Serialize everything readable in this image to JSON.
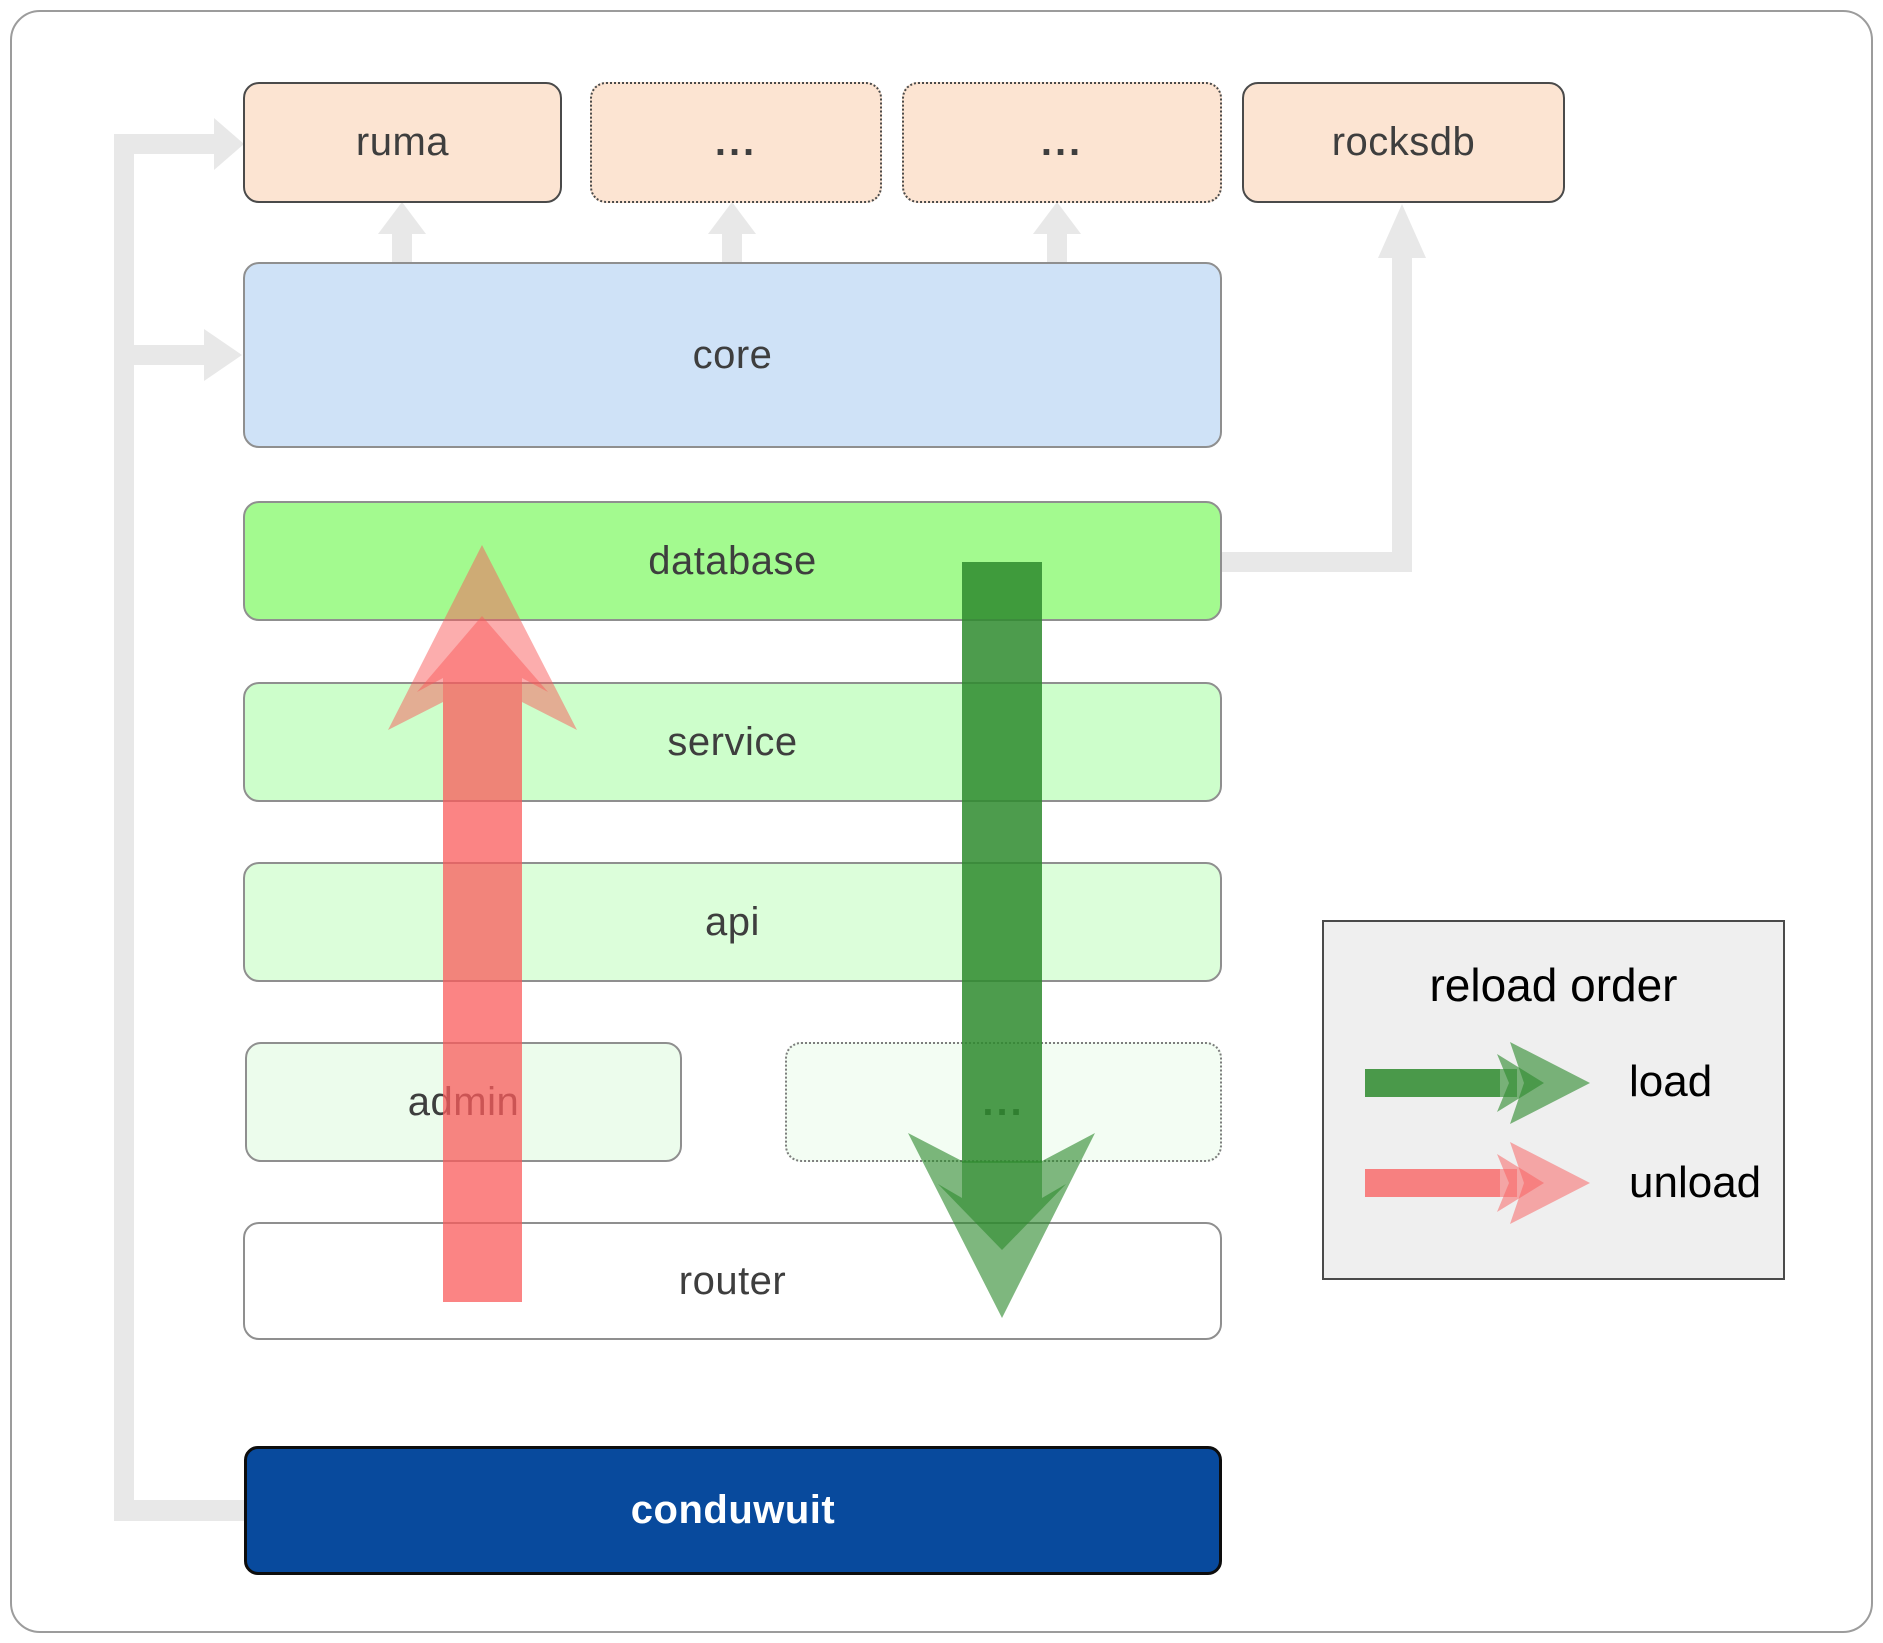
{
  "diagram": {
    "boxes": {
      "ruma": "ruma",
      "dep_more_1": "...",
      "dep_more_2": "...",
      "rocksdb": "rocksdb",
      "core": "core",
      "database": "database",
      "service": "service",
      "api": "api",
      "admin": "admin",
      "admin_more": "...",
      "router": "router",
      "conduwuit": "conduwuit"
    },
    "legend": {
      "title": "reload order",
      "items": [
        {
          "label": "load",
          "color": "#2e8b2e"
        },
        {
          "label": "unload",
          "color": "#f95b5b"
        }
      ]
    },
    "colors": {
      "dependency_fill": "#fce4d2",
      "core_fill": "#cfe2f7",
      "database_fill": "#a3fa8f",
      "service_fill": "#cdfecb",
      "api_fill": "#dcfeda",
      "admin_fill": "#ecfcec",
      "router_fill": "#ffffff",
      "conduwuit_fill": "#084a9d",
      "connector_gray": "#e8e8e8",
      "load_green": "#2e8b2e",
      "unload_red": "#f95b5b"
    },
    "connections": {
      "gray_edges": [
        {
          "from": "conduwuit",
          "to": "ruma"
        },
        {
          "from": "conduwuit",
          "to": "core"
        },
        {
          "from": "core",
          "to": "ruma"
        },
        {
          "from": "core",
          "to": "dep_more_1"
        },
        {
          "from": "core",
          "to": "dep_more_2"
        },
        {
          "from": "database",
          "to": "rocksdb"
        }
      ],
      "load_flow": {
        "from": "database",
        "to": "router"
      },
      "unload_flow": {
        "from": "router",
        "to": "database"
      }
    }
  }
}
